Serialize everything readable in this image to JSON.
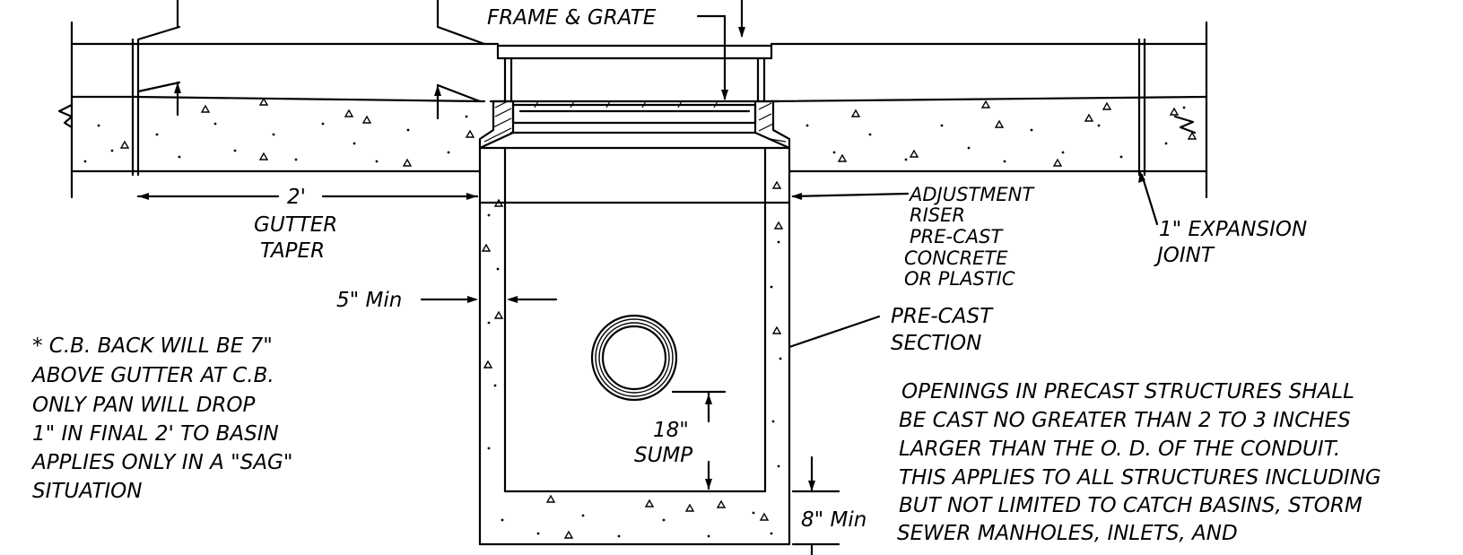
{
  "labels": {
    "frame_grate": "FRAME & GRATE",
    "dim_2ft": "2'",
    "gutter_taper_1": "GUTTER",
    "gutter_taper_2": "TAPER",
    "min_5in": "5\" Min",
    "adjustment_1": "ADJUSTMENT",
    "adjustment_2": "RISER",
    "adjustment_3": "PRE-CAST",
    "adjustment_4": "CONCRETE",
    "adjustment_5": "OR PLASTIC",
    "expansion_1": "1\" EXPANSION",
    "expansion_2": "JOINT",
    "precast_1": "PRE-CAST",
    "precast_2": "SECTION",
    "sump_1": "18\"",
    "sump_2": "SUMP",
    "min_8in": "8\" Min"
  },
  "notes": {
    "cb_back": [
      "* C.B. BACK WILL BE 7\"",
      "ABOVE GUTTER AT C.B.",
      "ONLY PAN WILL DROP",
      "1\" IN FINAL 2' TO BASIN",
      "APPLIES ONLY IN A \"SAG\"",
      "SITUATION"
    ],
    "openings": [
      "OPENINGS IN PRECAST STRUCTURES SHALL",
      "BE CAST NO GREATER THAN 2 TO 3 INCHES",
      "LARGER THAN THE O. D. OF THE CONDUIT.",
      "THIS APPLIES TO ALL STRUCTURES INCLUDING",
      "BUT NOT LIMITED TO CATCH BASINS, STORM",
      "SEWER MANHOLES, INLETS, AND"
    ]
  }
}
